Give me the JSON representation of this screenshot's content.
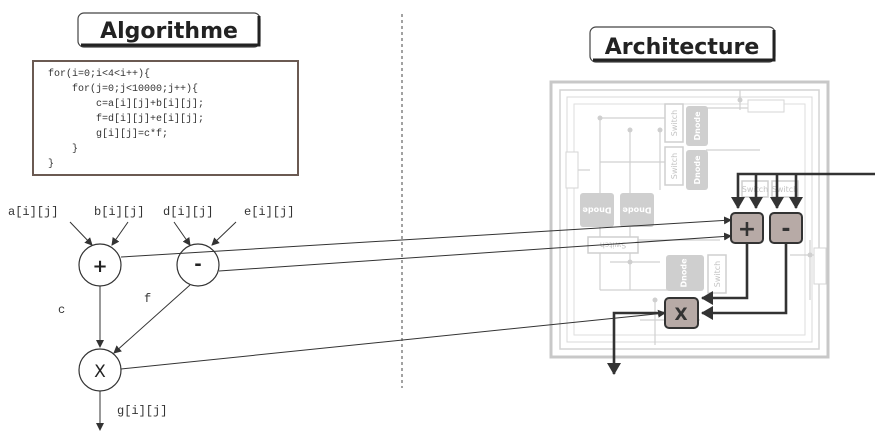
{
  "left": {
    "title": "Algorithme",
    "code": [
      "for(i=0;i<4<i++){",
      "    for(j=0;j<10000;j++){",
      "        c=a[i][j]+b[i][j];",
      "        f=d[i][j]+e[i][j];",
      "        g[i][j]=c*f;",
      "    }",
      "}"
    ],
    "inputs": [
      "a[i][j]",
      "b[i][j]",
      "d[i][j]",
      "e[i][j]"
    ],
    "nodes": {
      "add": "+",
      "sub": "-",
      "mul": "X"
    },
    "edges": {
      "c": "c",
      "f": "f"
    },
    "output": "g[i][j]"
  },
  "right": {
    "title": "Architecture",
    "labels": {
      "switch": "Switch",
      "dnode": "Dnode"
    },
    "ops": {
      "add": "+",
      "sub": "-",
      "mul": "X"
    }
  },
  "colors": {
    "fabric": "#cfcfcf",
    "fabric_dark": "#bdbdbd",
    "op_fill": "#b7aaa6",
    "line": "#333333",
    "code_border": "#6b5a52"
  }
}
